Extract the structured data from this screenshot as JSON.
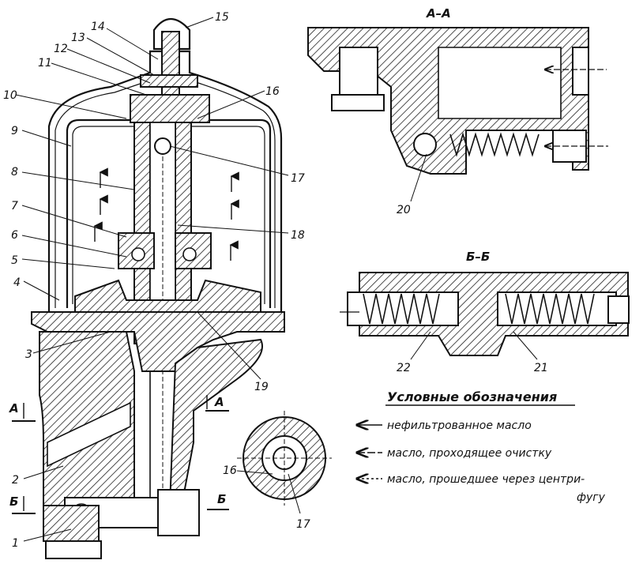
{
  "labels": {
    "l1": "1",
    "l2": "2",
    "l3": "3",
    "l4": "4",
    "l5": "5",
    "l6": "6",
    "l7": "7",
    "l8": "8",
    "l9": "9",
    "l10": "10",
    "l11": "11",
    "l12": "12",
    "l13": "13",
    "l14": "14",
    "l15": "15",
    "l16": "16",
    "l17": "17",
    "l18": "18",
    "l19": "19",
    "l20": "20",
    "l21": "21",
    "l22": "22",
    "l16b": "16",
    "l17b": "17"
  },
  "sections": {
    "aa_title": "А–А",
    "bb_title": "Б–Б",
    "a_left": "А",
    "a_right": "А",
    "b_left": "Б",
    "b_right": "Б"
  },
  "legend": {
    "title": "Условные обозначения",
    "items": [
      "нефильтрованное масло",
      "масло, проходящее очистку",
      "масло, прошедшее через центри-",
      "фугу"
    ]
  }
}
